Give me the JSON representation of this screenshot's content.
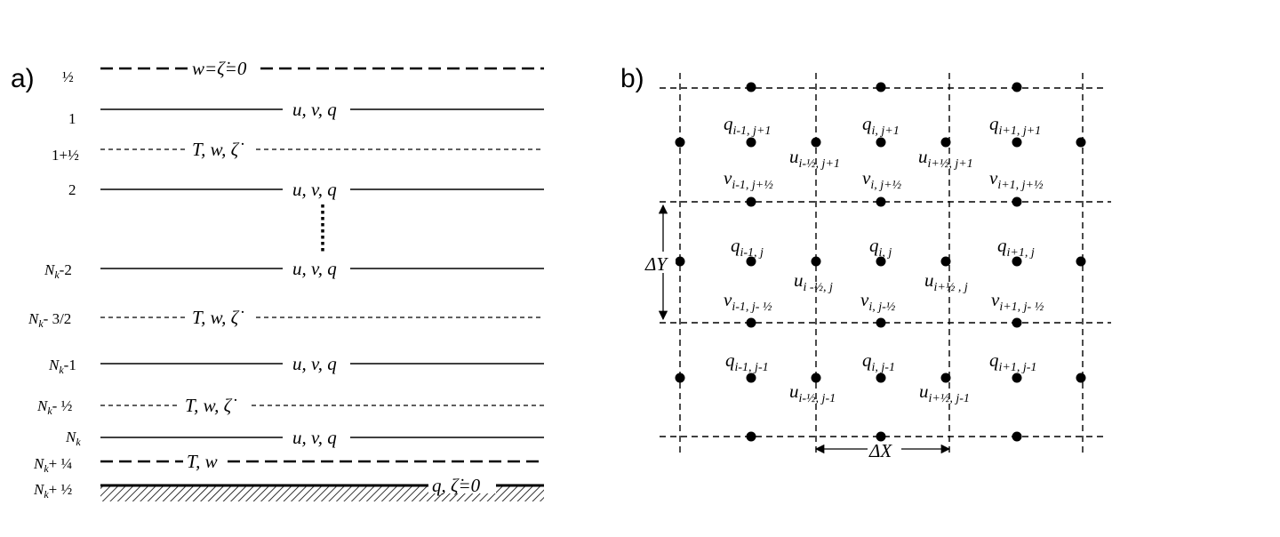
{
  "panel_a": {
    "label": "a)",
    "levels": [
      {
        "level": "½",
        "var": "w=ζ̇=0",
        "style": "long-dash"
      },
      {
        "level": "1",
        "var": "u, v, q",
        "style": "solid"
      },
      {
        "level": "1+½",
        "var": "T, w, ζ̇",
        "style": "dashed"
      },
      {
        "level": "2",
        "var": "u, v, q",
        "style": "solid"
      },
      {
        "level": "Nk-2",
        "var": "u, v, q",
        "style": "solid"
      },
      {
        "level": "Nk- 3/2",
        "var": "T, w, ζ̇",
        "style": "dashed"
      },
      {
        "level": "Nk-1",
        "var": "u, v, q",
        "style": "solid"
      },
      {
        "level": "Nk- ½",
        "var": "T, w, ζ̇",
        "style": "dashed"
      },
      {
        "level": "Nk",
        "var": "u, v, q",
        "style": "solid"
      },
      {
        "level": "Nk+ ¼",
        "var": "T, w",
        "style": "long-dash"
      },
      {
        "level": "Nk+ ½",
        "var": "q, ζ̇=0",
        "style": "ground"
      }
    ]
  },
  "panel_b": {
    "label": "b)",
    "q_labels": [
      "qi-1, j+1",
      "qi, j+1",
      "qi+1, j+1",
      "qi-1, j",
      "qi, j",
      "qi+1, j",
      "qi-1, j-1",
      "qi, j-1",
      "qi+1, j-1"
    ],
    "u_labels": [
      "ui-½, j+1",
      "ui+½, j+1",
      "ui -½, j",
      "ui+½ , j",
      "ui-½, j-1",
      "ui+½, j-1"
    ],
    "v_labels": [
      "vi-1, j+½",
      "vi, j+½",
      "vi+1, j+½",
      "vi-1, j- ½",
      "vi, j-½",
      "vi+1, j- ½"
    ],
    "dy_label": "ΔY",
    "dx_label": "ΔX"
  }
}
